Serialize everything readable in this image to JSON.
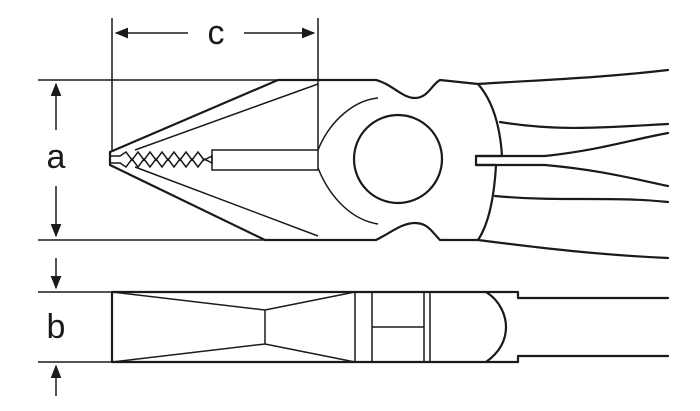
{
  "dimensions": {
    "a": "a",
    "b": "b",
    "c": "c"
  },
  "colors": {
    "metal": "#bfe3ea",
    "line": "#1a1a1a",
    "background": "#ffffff"
  }
}
